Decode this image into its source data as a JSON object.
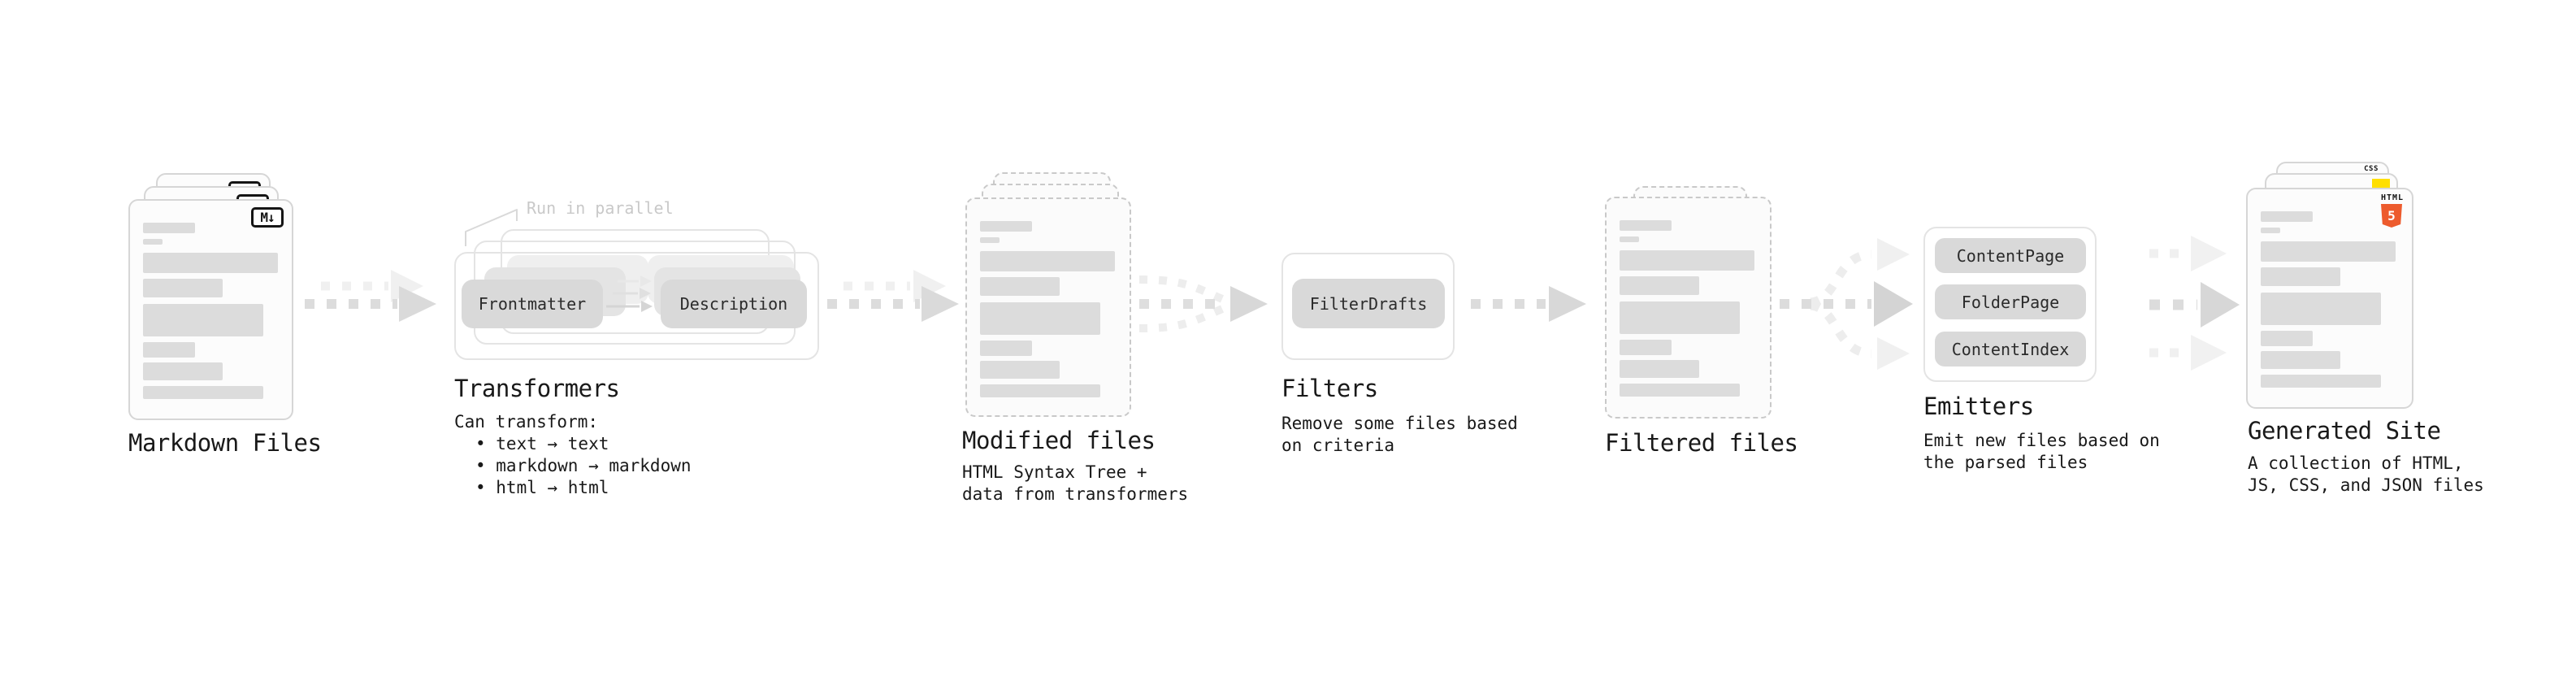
{
  "colors": {
    "css_blue": "#2965f1",
    "js_yellow": "#ffdf00",
    "html5_orange": "#ed5b2d",
    "chip_fill": "#d9d9d9",
    "arrow_gray": "#dcdcdc",
    "arrow_light": "#f0f0f0",
    "text": "#191919",
    "muted_annotation": "#c9c9c9"
  },
  "markdown_files": {
    "label": "Markdown Files",
    "badge": "M↓"
  },
  "transformers": {
    "label": "Transformers",
    "annotation": "Run in parallel",
    "boxes": [
      "Frontmatter",
      "Description"
    ],
    "desc": [
      "Can transform:",
      "• text → text",
      "• markdown → markdown",
      "• html → html"
    ]
  },
  "modified_files": {
    "label": "Modified files",
    "desc": [
      "HTML Syntax Tree +",
      "data from transformers"
    ]
  },
  "filters": {
    "label": "Filters",
    "boxes": [
      "FilterDrafts"
    ],
    "desc": [
      "Remove some files based",
      "on criteria"
    ]
  },
  "filtered_files": {
    "label": "Filtered files"
  },
  "emitters": {
    "label": "Emitters",
    "boxes": [
      "ContentPage",
      "FolderPage",
      "ContentIndex"
    ],
    "desc": [
      "Emit new files based on",
      "the parsed files"
    ]
  },
  "generated_site": {
    "label": "Generated Site",
    "badges": {
      "css": "CSS",
      "html_text": "HTML",
      "html_number": "5"
    },
    "desc": [
      "A collection of HTML,",
      "JS, CSS, and JSON files"
    ]
  }
}
